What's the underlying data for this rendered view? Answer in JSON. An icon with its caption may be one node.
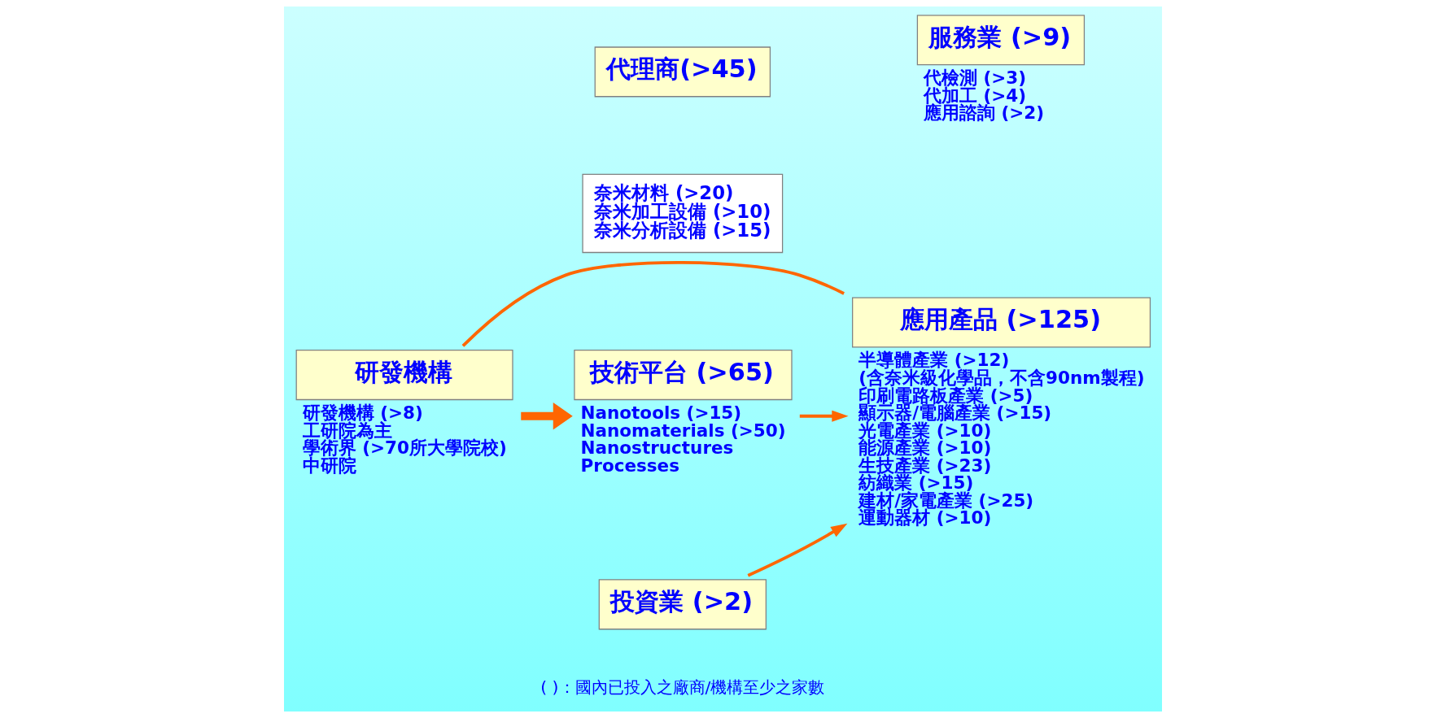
{
  "diagram": {
    "nodes": [
      {
        "text": [
          "研發機構"
        ],
        "beside": [
          "研發機構 (>8)",
          "工研院為主",
          "學術界 (>70所大學院校)",
          "中研院"
        ]
      },
      {
        "text": [
          "技術平台 (>65)"
        ],
        "beside": [
          "Nanotools (>15)",
          "Nanomaterials (>50)",
          "Nanostructures",
          "Processes"
        ]
      },
      {
        "text": [
          "應用產品 (>125)"
        ],
        "beside": [
          "半導體產業 (>12)",
          "(含奈米級化學品，不含90nm製程)",
          "印刷電路板產業 (>5)",
          "顯示器/電腦產業 (>15)",
          "光電產業 (>10)",
          "能源產業 (>10)",
          "生技產業 (>23)",
          "紡織業 (>15)",
          "建材/家電產業 (>25)",
          "運動器材 (>10)"
        ]
      },
      {
        "text": [
          "代理商(>45)"
        ]
      },
      {
        "text": [
          "服務業 (>9)"
        ],
        "beside": [
          "代檢測 (>3)",
          "代加工 (>4)",
          "應用諮詢 (>2)"
        ]
      },
      {
        "text": [
          "投資業 (>2)"
        ]
      },
      {
        "text": [
          "奈米材料 (>20)",
          "奈米加工設備 (>10)",
          "奈米分析設備 (>15)"
        ]
      }
    ],
    "edges": [
      {
        "from": 0,
        "to": 1,
        "arrow": "to",
        "style": "thick"
      },
      {
        "from": 1,
        "to": 2,
        "arrow": "to"
      },
      {
        "from": 0,
        "to": 2,
        "arrow": "none"
      },
      {
        "from": 5,
        "to": 2,
        "arrow": "to"
      }
    ],
    "labels": [
      "( )：國內已投入之廠商/機構至少之家數"
    ]
  }
}
